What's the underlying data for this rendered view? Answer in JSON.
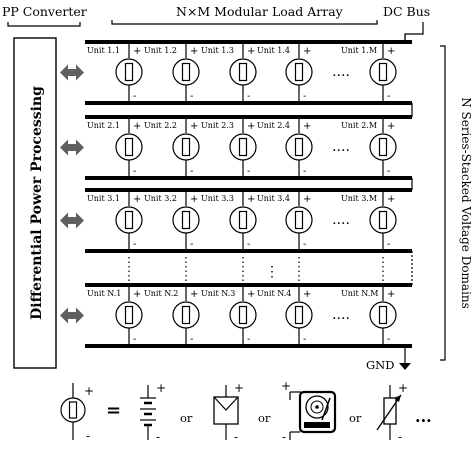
{
  "header": {
    "left_label": "PP Converter",
    "center_label": "N×M Modular Load Array",
    "right_label": "DC Bus"
  },
  "left_block": {
    "label": "Differential Power Processing"
  },
  "right_label": "N Series-Stacked Voltage Domains",
  "gnd_label": "GND",
  "rows": [
    {
      "units": [
        "Unit 1.1",
        "Unit 1.2",
        "Unit 1.3",
        "Unit 1.4",
        "Unit 1.M"
      ]
    },
    {
      "units": [
        "Unit 2.1",
        "Unit 2.2",
        "Unit 2.3",
        "Unit 2.4",
        "Unit 2.M"
      ]
    },
    {
      "units": [
        "Unit 3.1",
        "Unit 3.2",
        "Unit 3.3",
        "Unit 3.4",
        "Unit 3.M"
      ]
    },
    {
      "units": [
        "Unit N.1",
        "Unit N.2",
        "Unit N.3",
        "Unit N.4",
        "Unit N.M"
      ]
    }
  ],
  "polarity": {
    "plus": "+",
    "minus": "-"
  },
  "ellipsis": "....",
  "vertical_ellipsis": "⋮",
  "legend": {
    "equals": "=",
    "or": "or",
    "trailing": "...",
    "symbols": [
      "load-unit-icon",
      "battery-icon",
      "solar-panel-icon",
      "hard-disk-icon",
      "variable-resistor-icon"
    ]
  },
  "colors": {
    "ink": "#000000",
    "arrow": "#606060",
    "background": "#ffffff"
  }
}
